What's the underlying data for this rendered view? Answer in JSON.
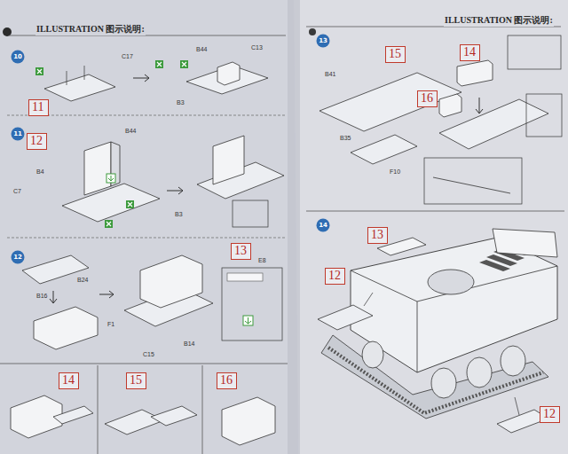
{
  "diagram": {
    "nodes": [
      {
        "text": [
          "10"
        ]
      },
      {
        "text": [
          "11"
        ]
      },
      {
        "text": [
          "12"
        ]
      },
      {
        "text": [
          "13"
        ]
      },
      {
        "text": [
          "14"
        ]
      },
      {
        "text": [
          "11"
        ]
      },
      {
        "text": [
          "12"
        ]
      },
      {
        "text": [
          "13"
        ]
      },
      {
        "text": [
          "14"
        ]
      },
      {
        "text": [
          "15"
        ]
      },
      {
        "text": [
          "16"
        ]
      },
      {
        "text": [
          "15"
        ]
      },
      {
        "text": [
          "14"
        ]
      },
      {
        "text": [
          "16"
        ]
      },
      {
        "text": [
          "13"
        ]
      },
      {
        "text": [
          "12"
        ]
      },
      {
        "text": [
          "12"
        ]
      }
    ],
    "labels": [
      "ILLUSTRATION 图示说明:",
      "ILLUSTRATION 图示说明:",
      "C17",
      "B44",
      "C13",
      "B3",
      "B44",
      "B4",
      "C7",
      "B3",
      "B16",
      "B24",
      "F1",
      "B14",
      "C15",
      "E8",
      "B41",
      "B35",
      "F10"
    ]
  }
}
